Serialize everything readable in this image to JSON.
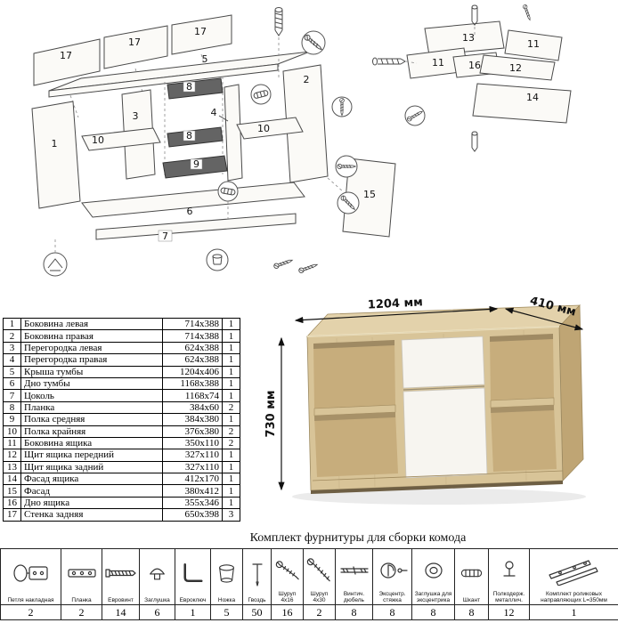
{
  "diagram": {
    "labels": {
      "b17a": "17",
      "b17b": "17",
      "b17c": "17",
      "p5": "5",
      "p1": "1",
      "p2": "2",
      "p3": "3",
      "p4": "4",
      "p8a": "8",
      "p8b": "8",
      "p9": "9",
      "p10a": "10",
      "p10b": "10",
      "p6": "6",
      "p7": "7",
      "p15": "15",
      "p13": "13",
      "p11a": "11",
      "p11b": "11",
      "p16": "16",
      "p12": "12",
      "p14": "14"
    }
  },
  "render": {
    "dims": {
      "width": "1204 мм",
      "depth": "410 мм",
      "height": "730 мм"
    },
    "colors": {
      "oak": "#d8c498",
      "oak_top": "#e3d2ab",
      "oak_side": "#bfa574",
      "interior": "#c7ad7c",
      "front_white": "#f7f5f0"
    }
  },
  "parts": {
    "rows": [
      {
        "num": "1",
        "name": "Боковина левая",
        "size": "714x388",
        "qty": "1"
      },
      {
        "num": "2",
        "name": "Боковина правая",
        "size": "714x388",
        "qty": "1"
      },
      {
        "num": "3",
        "name": "Перегородка левая",
        "size": "624x388",
        "qty": "1"
      },
      {
        "num": "4",
        "name": "Перегородка правая",
        "size": "624x388",
        "qty": "1"
      },
      {
        "num": "5",
        "name": "Крыша тумбы",
        "size": "1204x406",
        "qty": "1"
      },
      {
        "num": "6",
        "name": "Дно тумбы",
        "size": "1168x388",
        "qty": "1"
      },
      {
        "num": "7",
        "name": "Цоколь",
        "size": "1168x74",
        "qty": "1"
      },
      {
        "num": "8",
        "name": "Планка",
        "size": "384x60",
        "qty": "2"
      },
      {
        "num": "9",
        "name": "Полка средняя",
        "size": "384x380",
        "qty": "1"
      },
      {
        "num": "10",
        "name": "Полка крайняя",
        "size": "376x380",
        "qty": "2"
      },
      {
        "num": "11",
        "name": "Боковина ящика",
        "size": "350x110",
        "qty": "2"
      },
      {
        "num": "12",
        "name": "Щит ящика передний",
        "size": "327x110",
        "qty": "1"
      },
      {
        "num": "13",
        "name": "Щит ящика задний",
        "size": "327x110",
        "qty": "1"
      },
      {
        "num": "14",
        "name": "Фасад ящика",
        "size": "412x170",
        "qty": "1"
      },
      {
        "num": "15",
        "name": "Фасад",
        "size": "380x412",
        "qty": "1"
      },
      {
        "num": "16",
        "name": "Дно ящика",
        "size": "355x346",
        "qty": "1"
      },
      {
        "num": "17",
        "name": "Стенка задняя",
        "size": "650x398",
        "qty": "3"
      }
    ]
  },
  "hardware": {
    "title": "Комплект фурнитуры для сборки комода",
    "items": [
      {
        "name": "Петля накладная",
        "qty": "2",
        "icon": "hinge-icon"
      },
      {
        "name": "Планка",
        "qty": "2",
        "icon": "mounting-plate-icon"
      },
      {
        "name": "Евровинт",
        "qty": "14",
        "icon": "confirmat-screw-icon"
      },
      {
        "name": "Заглушка",
        "qty": "6",
        "icon": "cap-icon"
      },
      {
        "name": "Евроключ",
        "qty": "1",
        "icon": "hex-key-icon"
      },
      {
        "name": "Ножка",
        "qty": "5",
        "icon": "leg-icon"
      },
      {
        "name": "Гвоздь",
        "qty": "50",
        "icon": "nail-icon"
      },
      {
        "name": "Шуруп 4x16",
        "qty": "16",
        "icon": "screw-icon"
      },
      {
        "name": "Шуруп 4x30",
        "qty": "2",
        "icon": "screw-icon"
      },
      {
        "name": "Винтич. дюбель",
        "qty": "8",
        "icon": "dowel-screw-icon"
      },
      {
        "name": "Эксцентр. стяжка",
        "qty": "8",
        "icon": "cam-lock-icon"
      },
      {
        "name": "Заглушка для эксцентрика",
        "qty": "8",
        "icon": "cam-cap-icon"
      },
      {
        "name": "Шкант",
        "qty": "8",
        "icon": "wooden-dowel-icon"
      },
      {
        "name": "Полкодерж. металлич.",
        "qty": "12",
        "icon": "shelf-pin-icon"
      },
      {
        "name": "Комплект роликовых направляющих L=350мм",
        "qty": "1",
        "icon": "drawer-slides-icon"
      }
    ]
  }
}
